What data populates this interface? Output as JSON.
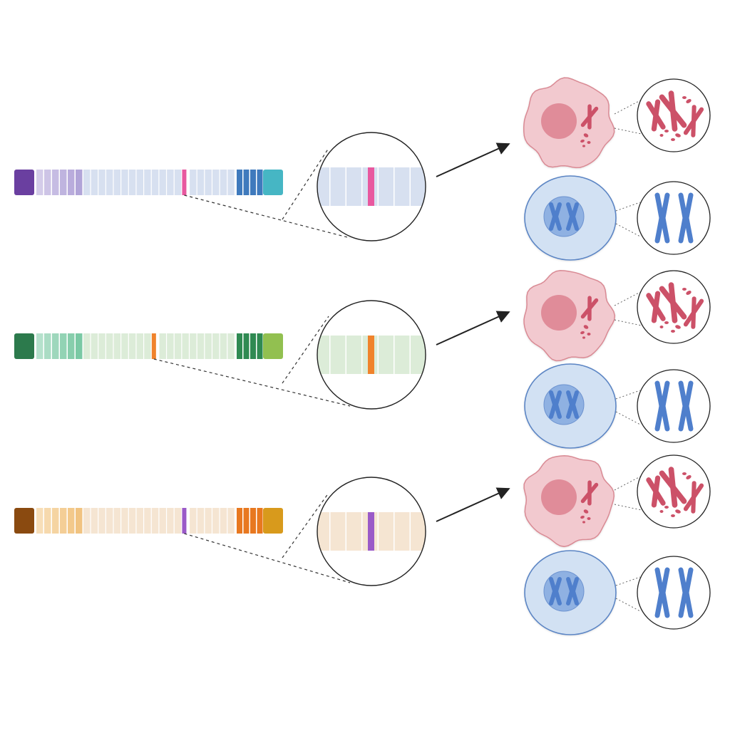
{
  "panels": [
    {
      "id": "row-1",
      "track": {
        "start_cap": "#6a3fa0",
        "near_start": "#a99ad4",
        "body": "#d7e0f0",
        "near_end": "#3f7abd",
        "end_cap": "#46b6c4",
        "highlight": "#e8589f",
        "near_start_count": 6,
        "body_count": 20,
        "near_end_count": 4,
        "highlight_index": 13
      },
      "zoom": {
        "window_fill": "#d7e0f0",
        "highlight": "#e8589f"
      }
    },
    {
      "id": "row-2",
      "track": {
        "start_cap": "#2c7a4c",
        "near_start": "#6cc39a",
        "body": "#dcecd8",
        "near_end": "#2f8a52",
        "end_cap": "#92c050",
        "highlight": "#f0832c",
        "near_start_count": 6,
        "body_count": 20,
        "near_end_count": 4,
        "highlight_index": 9
      },
      "zoom": {
        "window_fill": "#dcecd8",
        "highlight": "#f0832c"
      }
    },
    {
      "id": "row-3",
      "track": {
        "start_cap": "#8a4a10",
        "near_start": "#f0bd72",
        "body": "#f5e5d2",
        "near_end": "#e8781f",
        "end_cap": "#d89a1c",
        "highlight": "#9a5ac8",
        "near_start_count": 6,
        "body_count": 20,
        "near_end_count": 4,
        "highlight_index": 13
      },
      "zoom": {
        "window_fill": "#f5e5d2",
        "highlight": "#9a5ac8"
      }
    }
  ],
  "cells": {
    "abnormal": {
      "body": "#f2c9cf",
      "outline": "#d98a94",
      "nucleus": "#de8592",
      "chromosome": "#cc5168"
    },
    "normal": {
      "body": "#d2e1f3",
      "outline": "#5b85c4",
      "nucleus": "#8fb1e2",
      "chromosome": "#4f7fcc"
    }
  },
  "icons": {
    "arrow": "arrow-right-icon",
    "abnormal_chromosomes": "fragmented-chromosomes-icon",
    "normal_chromosomes": "paired-chromosomes-icon"
  }
}
